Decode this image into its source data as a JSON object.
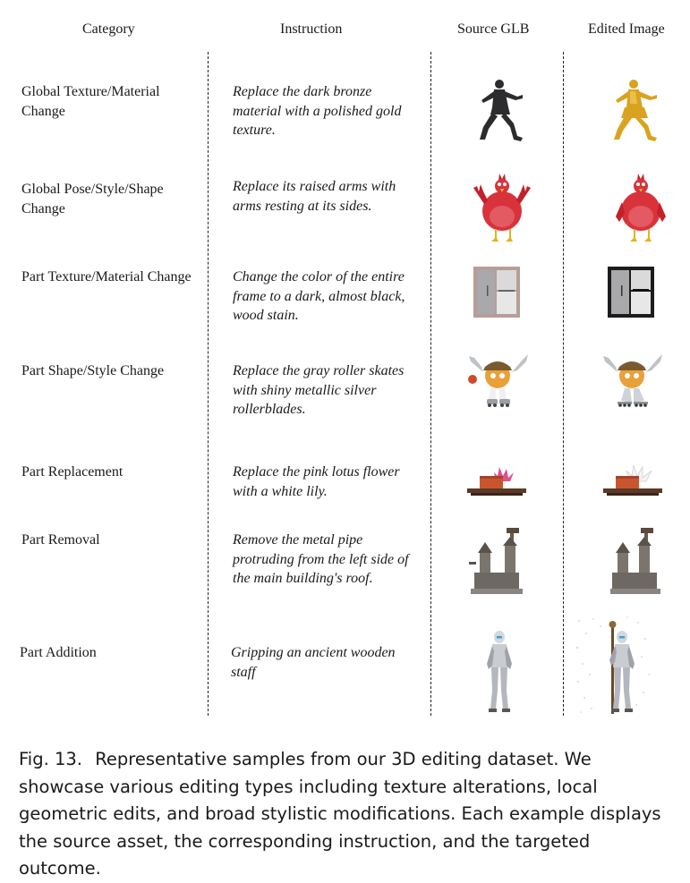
{
  "headers": {
    "category": "Category",
    "instruction": "Instruction",
    "source": "Source GLB",
    "edited": "Edited Image"
  },
  "rows": [
    {
      "category": "Global Texture/Material Change",
      "instruction": "Replace the dark bronze material with a polished gold texture."
    },
    {
      "category": "Global Pose/Style/Shape Change",
      "instruction": "Replace its raised arms with arms resting at its sides."
    },
    {
      "category": "Part Texture/Material Change",
      "instruction": "Change the color of the entire frame to a dark, almost black, wood stain."
    },
    {
      "category": "Part Shape/Style Change",
      "instruction": "Replace the gray roller skates with shiny metallic silver rollerblades."
    },
    {
      "category": "Part Replacement",
      "instruction": "Replace the pink lotus flower with a white lily."
    },
    {
      "category": "Part Removal",
      "instruction": "Remove the metal pipe protruding from the left side of the main building's roof."
    },
    {
      "category": "Part Addition",
      "instruction": "Gripping an ancient wooden staff"
    }
  ],
  "caption": {
    "label": "Fig. 13.",
    "text": "Representative samples from our 3D editing dataset. We showcase various editing types including texture alterations, local geometric edits, and broad stylistic modifications. Each example displays the source asset, the corresponding instruction, and the targeted outcome."
  },
  "colors": {
    "bronze": "#2c2c2e",
    "gold": "#d9a320",
    "chicken_red": "#d8333b",
    "cabinet_frame_source": "#b79d99",
    "cabinet_frame_edited": "#1c1c1c",
    "lotus_pink": "#e0508a",
    "lily_white": "#f4f4f4",
    "stone": "#7b756e",
    "armor": "#c9ccd1"
  },
  "icons": {
    "row1_source": "bronze-fighter-figure-icon",
    "row1_edited": "gold-fighter-figure-icon",
    "row2_source": "red-chicken-raised-arms-icon",
    "row2_edited": "red-chicken-arms-down-icon",
    "row3_source": "cabinet-light-frame-icon",
    "row3_edited": "cabinet-dark-frame-icon",
    "row4_source": "cartoon-character-roller-skates-icon",
    "row4_edited": "cartoon-character-rollerblades-icon",
    "row5_source": "pot-with-pink-lotus-icon",
    "row5_edited": "pot-with-white-lily-icon",
    "row6_source": "castle-with-pipe-icon",
    "row6_edited": "castle-without-pipe-icon",
    "row7_source": "robot-armor-figure-icon",
    "row7_edited": "robot-armor-figure-with-staff-icon"
  }
}
